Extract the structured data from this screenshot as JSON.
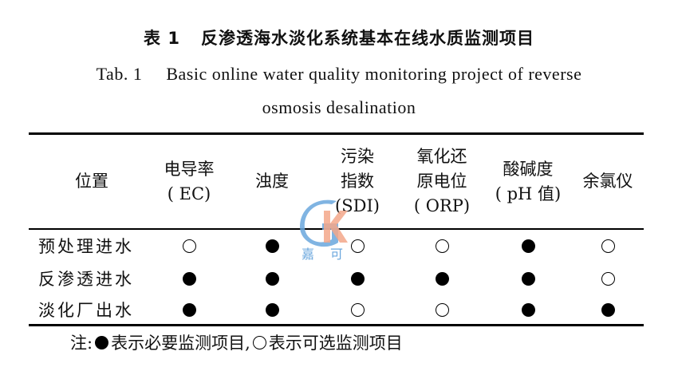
{
  "title": {
    "cn_label": "表 1",
    "cn_text": "反渗透海水淡化系统基本在线水质监测项目",
    "en_label": "Tab. 1",
    "en_text_line1": "Basic online water quality monitoring project of reverse",
    "en_text_line2": "osmosis desalination"
  },
  "table": {
    "headers": [
      {
        "lines": [
          "位置"
        ]
      },
      {
        "lines": [
          "电导率",
          "( EC)"
        ]
      },
      {
        "lines": [
          "浊度"
        ]
      },
      {
        "lines": [
          "污染",
          "指数",
          "(SDI)"
        ]
      },
      {
        "lines": [
          "氧化还",
          "原电位",
          "( ORP)"
        ]
      },
      {
        "lines": [
          "酸碱度",
          "( pH 值)"
        ]
      },
      {
        "lines": [
          "余氯仪"
        ]
      }
    ],
    "rows": [
      {
        "label": "预处理进水",
        "values": [
          "optional",
          "required",
          "optional",
          "optional",
          "required",
          "optional"
        ]
      },
      {
        "label": "反渗透进水",
        "values": [
          "required",
          "required",
          "required",
          "required",
          "required",
          "optional"
        ]
      },
      {
        "label": "淡化厂出水",
        "values": [
          "required",
          "required",
          "optional",
          "optional",
          "required",
          "required"
        ]
      }
    ]
  },
  "note": {
    "prefix": "注:",
    "required_text": "表示必要监测项目,",
    "optional_text": "表示可选监测项目"
  },
  "legend": {
    "required_symbol": "●",
    "optional_symbol": "○"
  },
  "watermark": {
    "text": "嘉 可",
    "logo_letters": "GK",
    "colors": {
      "blue": "#6aa7dd",
      "orange": "#f3a78a"
    }
  }
}
